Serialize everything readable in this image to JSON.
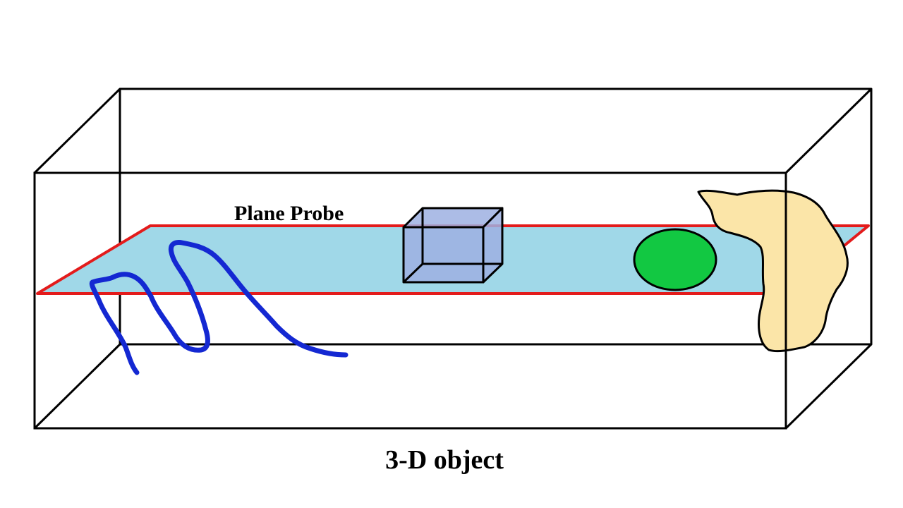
{
  "labels": {
    "plane_probe": "Plane Probe",
    "caption": "3-D object"
  },
  "colors": {
    "background": "#ffffff",
    "box_edges": "#000000",
    "probe_plane_fill": "#a0d8e8",
    "probe_plane_edge": "#e31b1b",
    "cube_fill": "#9db0e2",
    "sphere_fill": "#12c842",
    "blob_fill": "#fbe5a8",
    "curve_stroke": "#1428d2"
  },
  "objects": [
    "bounding-box",
    "plane-probe",
    "cube",
    "sphere",
    "irregular-blob",
    "wavy-curve"
  ]
}
